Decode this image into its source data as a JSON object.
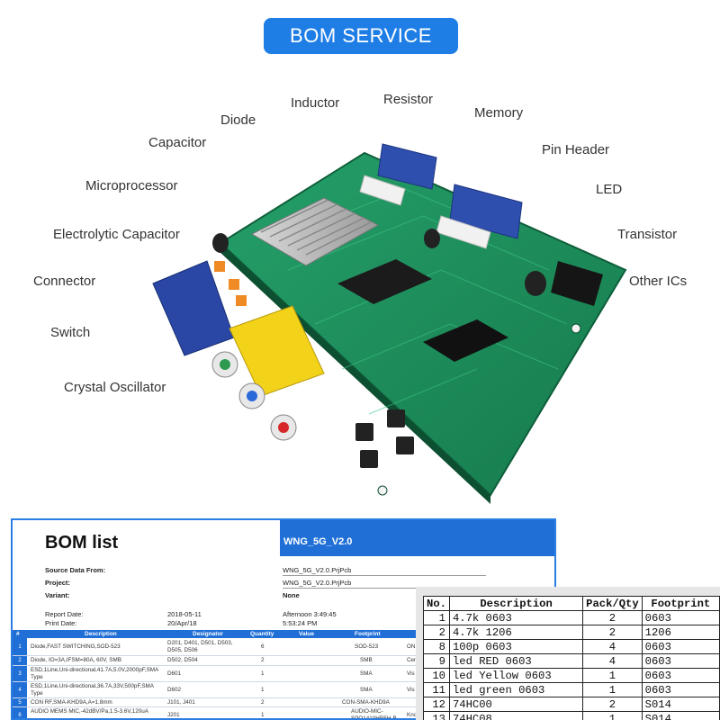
{
  "title": "BOM SERVICE",
  "components": [
    "Inductor",
    "Resistor",
    "Diode",
    "Memory",
    "Capacitor",
    "Pin Header",
    "Microprocessor",
    "LED",
    "Electrolytic Capacitor",
    "Transistor",
    "Connector",
    "Other ICs",
    "Switch",
    "Crystal Oscillator"
  ],
  "bom_sheet": {
    "title": "BOM list",
    "header_project": "WNG_5G_V2.0",
    "meta": {
      "source_label": "Source Data From:",
      "source_value": "WNG_5G_V2.0.PrjPcb",
      "project_label": "Project:",
      "project_value": "WNG_5G_V2.0.PrjPcb",
      "variant_label": "Variant:",
      "variant_value": "None",
      "report_date_label": "Report Date:",
      "report_date_value": "2018-05-11",
      "report_time_value": "Afternoon 3:49:45",
      "print_date_label": "Print Date:",
      "print_date_value": "20/Apr/18",
      "print_time_value": "5:53:24 PM"
    },
    "columns": [
      "#",
      "Description",
      "Designator",
      "Quantity",
      "Value",
      "Footprint"
    ],
    "rows": [
      {
        "no": "1",
        "desc": "Diode,FAST SWITCHING,SOD-523",
        "desig": "D201, D401, D501, D503, D505, D506",
        "qty": "6",
        "fp": "SOD-523",
        "extra": "ON"
      },
      {
        "no": "2",
        "desc": "Diode, IO=3A,IFSM=80A, 60V, SMB",
        "desig": "D502, D504",
        "qty": "2",
        "fp": "SMB",
        "extra": "Cen"
      },
      {
        "no": "3",
        "desc": "ESD,1Line,Uni-directional,41.7A,5.0V,2000pF,SMA Type",
        "desig": "D601",
        "qty": "1",
        "fp": "SMA",
        "extra": "Vis"
      },
      {
        "no": "4",
        "desc": "ESD,1Line,Uni-directional,36.7A,33V,500pF,SMA Type",
        "desig": "D602",
        "qty": "1",
        "fp": "SMA",
        "extra": "Vis"
      },
      {
        "no": "5",
        "desc": "CON RF,SMA-KHD9A,A=1.8mm",
        "desig": "J101, J401",
        "qty": "2",
        "fp": "CON-SMA-KHD9A",
        "extra": ""
      },
      {
        "no": "6",
        "desc": "AUDIO MEMS MIC,-42dBV/Pa,1.5-3.6V,120uA",
        "desig": "J201",
        "qty": "1",
        "fp": "AUDIO-MIC-SPQ1410HR5H-B",
        "extra": "Kno"
      }
    ]
  },
  "parts_table": {
    "headers": [
      "No.",
      "Description",
      "Pack/Qty",
      "Footprint"
    ],
    "rows": [
      {
        "no": "1",
        "desc": "4.7k 0603",
        "qty": "2",
        "fp": "0603"
      },
      {
        "no": "2",
        "desc": "4.7k 1206",
        "qty": "2",
        "fp": "1206"
      },
      {
        "no": "8",
        "desc": "100p 0603",
        "qty": "4",
        "fp": "0603"
      },
      {
        "no": "9",
        "desc": "led RED 0603",
        "qty": "4",
        "fp": "0603"
      },
      {
        "no": "10",
        "desc": "led Yellow 0603",
        "qty": "1",
        "fp": "0603"
      },
      {
        "no": "11",
        "desc": "led green 0603",
        "qty": "1",
        "fp": "0603"
      },
      {
        "no": "12",
        "desc": "74HC00",
        "qty": "2",
        "fp": "S014"
      },
      {
        "no": "13",
        "desc": "74HC08",
        "qty": "1",
        "fp": "S014"
      }
    ]
  },
  "colors": {
    "accent": "#1f7ee6",
    "pcb_green": "#1f8a5a",
    "sheet_header": "#1f6fd6"
  }
}
